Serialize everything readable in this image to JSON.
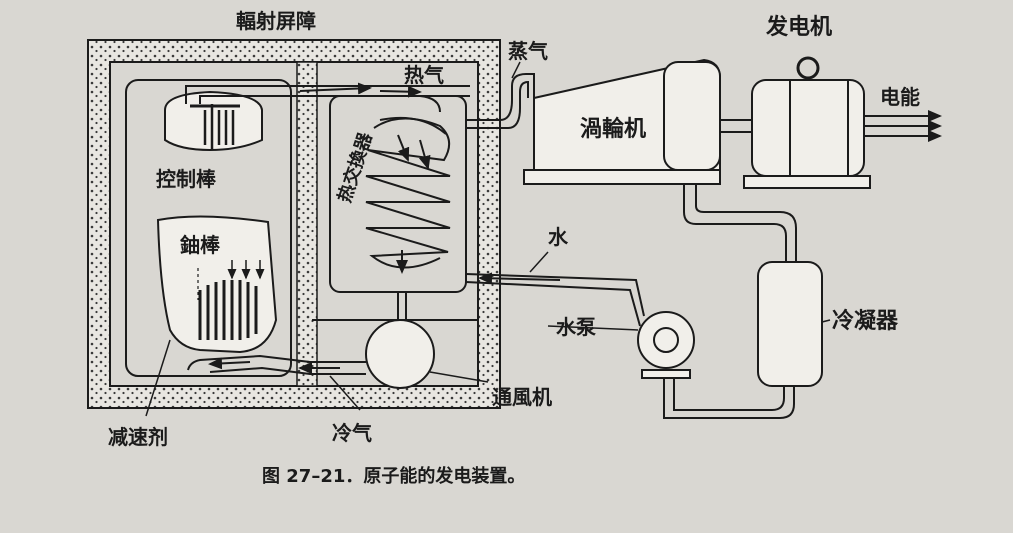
{
  "colors": {
    "paper": "#d9d7d2",
    "ink": "#1b1b1b",
    "dots": "#3a3a3a"
  },
  "labels": {
    "radiation_shield": "輻射屏障",
    "steam": "蒸气",
    "hot_gas": "热气",
    "generator": "发电机",
    "electricity": "电能",
    "control_rod": "控制棒",
    "turbine": "渦輪机",
    "heat_exchanger": "热交換器",
    "uranium_rod": "鈾棒",
    "water": "水",
    "water_pump": "水泵",
    "condenser": "冷凝器",
    "fan": "通風机",
    "moderator": "减速剂",
    "cold_gas": "冷气"
  },
  "caption": "图 27–21．原子能的发电装置。"
}
